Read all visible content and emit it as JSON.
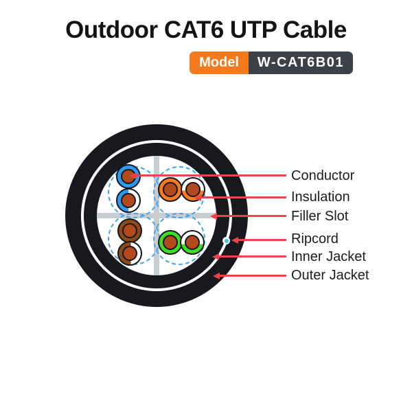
{
  "title": "Outdoor CAT6 UTP Cable",
  "model": {
    "label": "Model",
    "value": "W-CAT6B01"
  },
  "diagram": {
    "callouts": [
      {
        "label": "Conductor"
      },
      {
        "label": "Insulation"
      },
      {
        "label": "Filler Slot"
      },
      {
        "label": "Ripcord"
      },
      {
        "label": "Inner Jacket"
      },
      {
        "label": "Outer Jacket"
      }
    ],
    "pairs": [
      {
        "name": "blue pair",
        "color": "#2B9AF0",
        "position": "top-left",
        "orientation": "vertical"
      },
      {
        "name": "orange pair",
        "color": "#F57B1E",
        "position": "top-right",
        "orientation": "horizontal"
      },
      {
        "name": "brown pair",
        "color": "#8B4A17",
        "position": "bottom-left",
        "orientation": "vertical"
      },
      {
        "name": "green pair",
        "color": "#3EDC25",
        "position": "bottom-right",
        "orientation": "horizontal"
      }
    ],
    "colors": {
      "jacket": "#17191E",
      "copper_conductor": "#B34A1E",
      "filler_slot": "#C8CDD2",
      "ripcord": "#3EC6F2",
      "callout_line": "#EE4348",
      "pair_guide_dashed": "#4AA3EA",
      "badge_label_bg": "#F5791D",
      "badge_value_bg": "#3A4147"
    }
  }
}
